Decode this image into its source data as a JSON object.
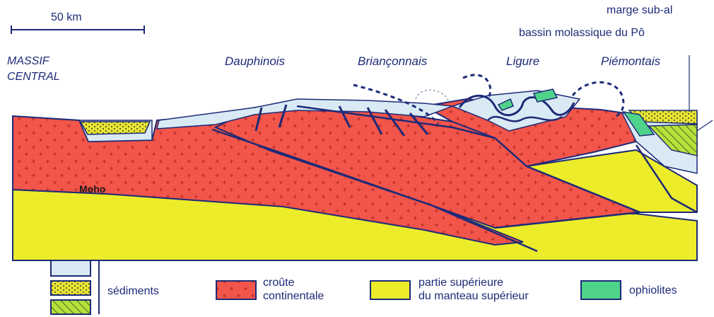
{
  "scale_bar": {
    "label": "50 km"
  },
  "regions": {
    "massif_central": "MASSIF\nCENTRAL",
    "dauphinois": "Dauphinois",
    "brianconnais": "Briançonnais",
    "ligure": "Ligure",
    "piemontais": "Piémontais"
  },
  "annotations": {
    "marge": "marge sub-al",
    "bassin": "bassin molassique du Pô",
    "moho": "Moho"
  },
  "legend": {
    "sediments": "sédiments",
    "croute": "croûte\ncontinentale",
    "manteau": "partie supérieure\ndu manteau supérieur",
    "ophiolites": "ophiolites"
  },
  "colors": {
    "croute": "#f2554a",
    "manteau": "#ecec2a",
    "sediments": "#d9eaf4",
    "ophiolites": "#4fd38b",
    "outline": "#1d2a78",
    "text": "#1d2a78"
  }
}
